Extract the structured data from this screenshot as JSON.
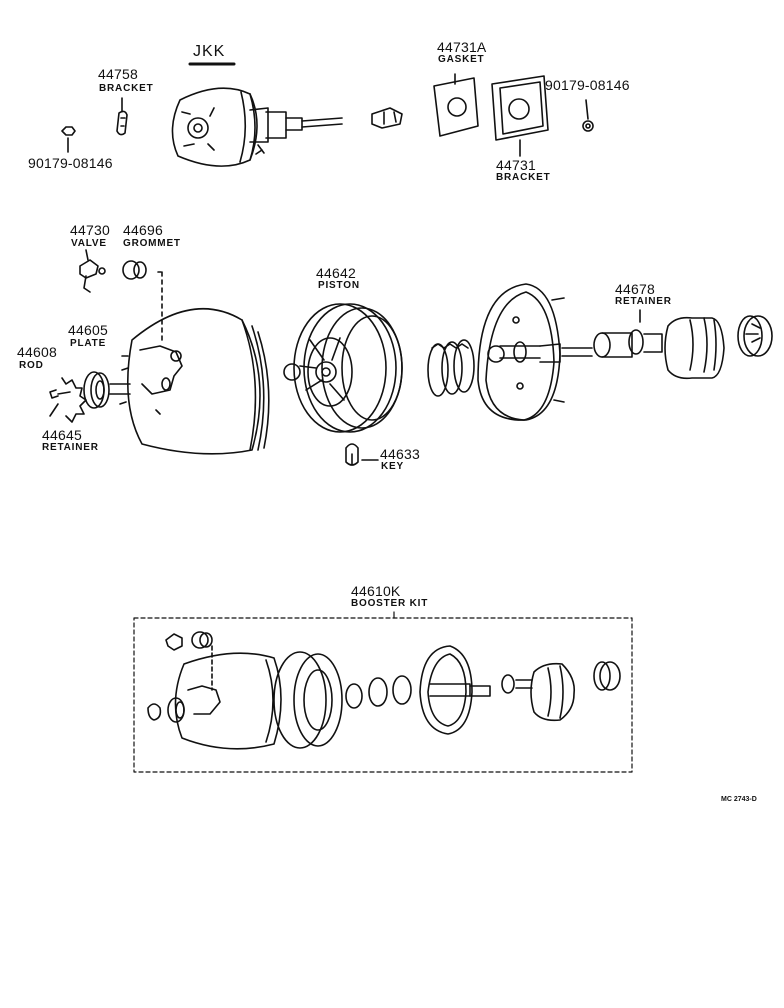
{
  "model_code": "JKK",
  "drawing_code": "MC 2743-D",
  "parts": {
    "nut_left": {
      "number": "90179-08146"
    },
    "bracket_44758": {
      "number": "44758",
      "name": "BRACKET"
    },
    "gasket": {
      "number": "44731A",
      "name": "GASKET"
    },
    "nut_right": {
      "number": "90179-08146"
    },
    "bracket_44731": {
      "number": "44731",
      "name": "BRACKET"
    },
    "valve": {
      "number": "44730",
      "name": "VALVE"
    },
    "grommet": {
      "number": "44696",
      "name": "GROMMET"
    },
    "piston": {
      "number": "44642",
      "name": "PISTON"
    },
    "retainer_44678": {
      "number": "44678",
      "name": "RETAINER"
    },
    "plate": {
      "number": "44605",
      "name": "PLATE"
    },
    "rod": {
      "number": "44608",
      "name": "ROD"
    },
    "retainer_44645": {
      "number": "44645",
      "name": "RETAINER"
    },
    "key": {
      "number": "44633",
      "name": "KEY"
    },
    "booster_kit": {
      "number": "44610K",
      "name": "BOOSTER KIT"
    }
  }
}
